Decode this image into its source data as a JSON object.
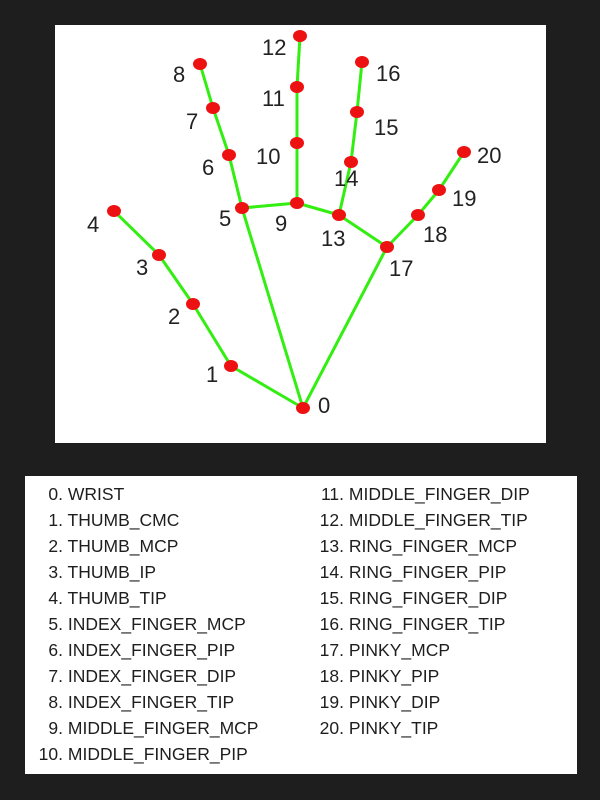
{
  "colors": {
    "background": "#1e1e1e",
    "panel": "#ffffff",
    "bone": "#33ee11",
    "joint": "#ee1111",
    "text": "#222222"
  },
  "keypoints": [
    {
      "id": "0",
      "name": "WRIST"
    },
    {
      "id": "1",
      "name": "THUMB_CMC"
    },
    {
      "id": "2",
      "name": "THUMB_MCP"
    },
    {
      "id": "3",
      "name": "THUMB_IP"
    },
    {
      "id": "4",
      "name": "THUMB_TIP"
    },
    {
      "id": "5",
      "name": "INDEX_FINGER_MCP"
    },
    {
      "id": "6",
      "name": "INDEX_FINGER_PIP"
    },
    {
      "id": "7",
      "name": "INDEX_FINGER_DIP"
    },
    {
      "id": "8",
      "name": "INDEX_FINGER_TIP"
    },
    {
      "id": "9",
      "name": "MIDDLE_FINGER_MCP"
    },
    {
      "id": "10",
      "name": "MIDDLE_FINGER_PIP"
    },
    {
      "id": "11",
      "name": "MIDDLE_FINGER_DIP"
    },
    {
      "id": "12",
      "name": "MIDDLE_FINGER_TIP"
    },
    {
      "id": "13",
      "name": "RING_FINGER_MCP"
    },
    {
      "id": "14",
      "name": "RING_FINGER_PIP"
    },
    {
      "id": "15",
      "name": "RING_FINGER_DIP"
    },
    {
      "id": "16",
      "name": "RING_FINGER_TIP"
    },
    {
      "id": "17",
      "name": "PINKY_MCP"
    },
    {
      "id": "18",
      "name": "PINKY_PIP"
    },
    {
      "id": "19",
      "name": "PINKY_DIP"
    },
    {
      "id": "20",
      "name": "PINKY_TIP"
    }
  ],
  "legend": {
    "left": [
      {
        "num": "0.",
        "name": "WRIST"
      },
      {
        "num": "1.",
        "name": "THUMB_CMC"
      },
      {
        "num": "2.",
        "name": "THUMB_MCP"
      },
      {
        "num": "3.",
        "name": "THUMB_IP"
      },
      {
        "num": "4.",
        "name": "THUMB_TIP"
      },
      {
        "num": "5.",
        "name": "INDEX_FINGER_MCP"
      },
      {
        "num": "6.",
        "name": "INDEX_FINGER_PIP"
      },
      {
        "num": "7.",
        "name": "INDEX_FINGER_DIP"
      },
      {
        "num": "8.",
        "name": "INDEX_FINGER_TIP"
      },
      {
        "num": "9.",
        "name": "MIDDLE_FINGER_MCP"
      },
      {
        "num": "10.",
        "name": "MIDDLE_FINGER_PIP"
      }
    ],
    "right": [
      {
        "num": "11.",
        "name": "MIDDLE_FINGER_DIP"
      },
      {
        "num": "12.",
        "name": "MIDDLE_FINGER_TIP"
      },
      {
        "num": "13.",
        "name": "RING_FINGER_MCP"
      },
      {
        "num": "14.",
        "name": "RING_FINGER_PIP"
      },
      {
        "num": "15.",
        "name": "RING_FINGER_DIP"
      },
      {
        "num": "16.",
        "name": "RING_FINGER_TIP"
      },
      {
        "num": "17.",
        "name": "PINKY_MCP"
      },
      {
        "num": "18.",
        "name": "PINKY_PIP"
      },
      {
        "num": "19.",
        "name": "PINKY_DIP"
      },
      {
        "num": "20.",
        "name": "PINKY_TIP"
      }
    ]
  }
}
